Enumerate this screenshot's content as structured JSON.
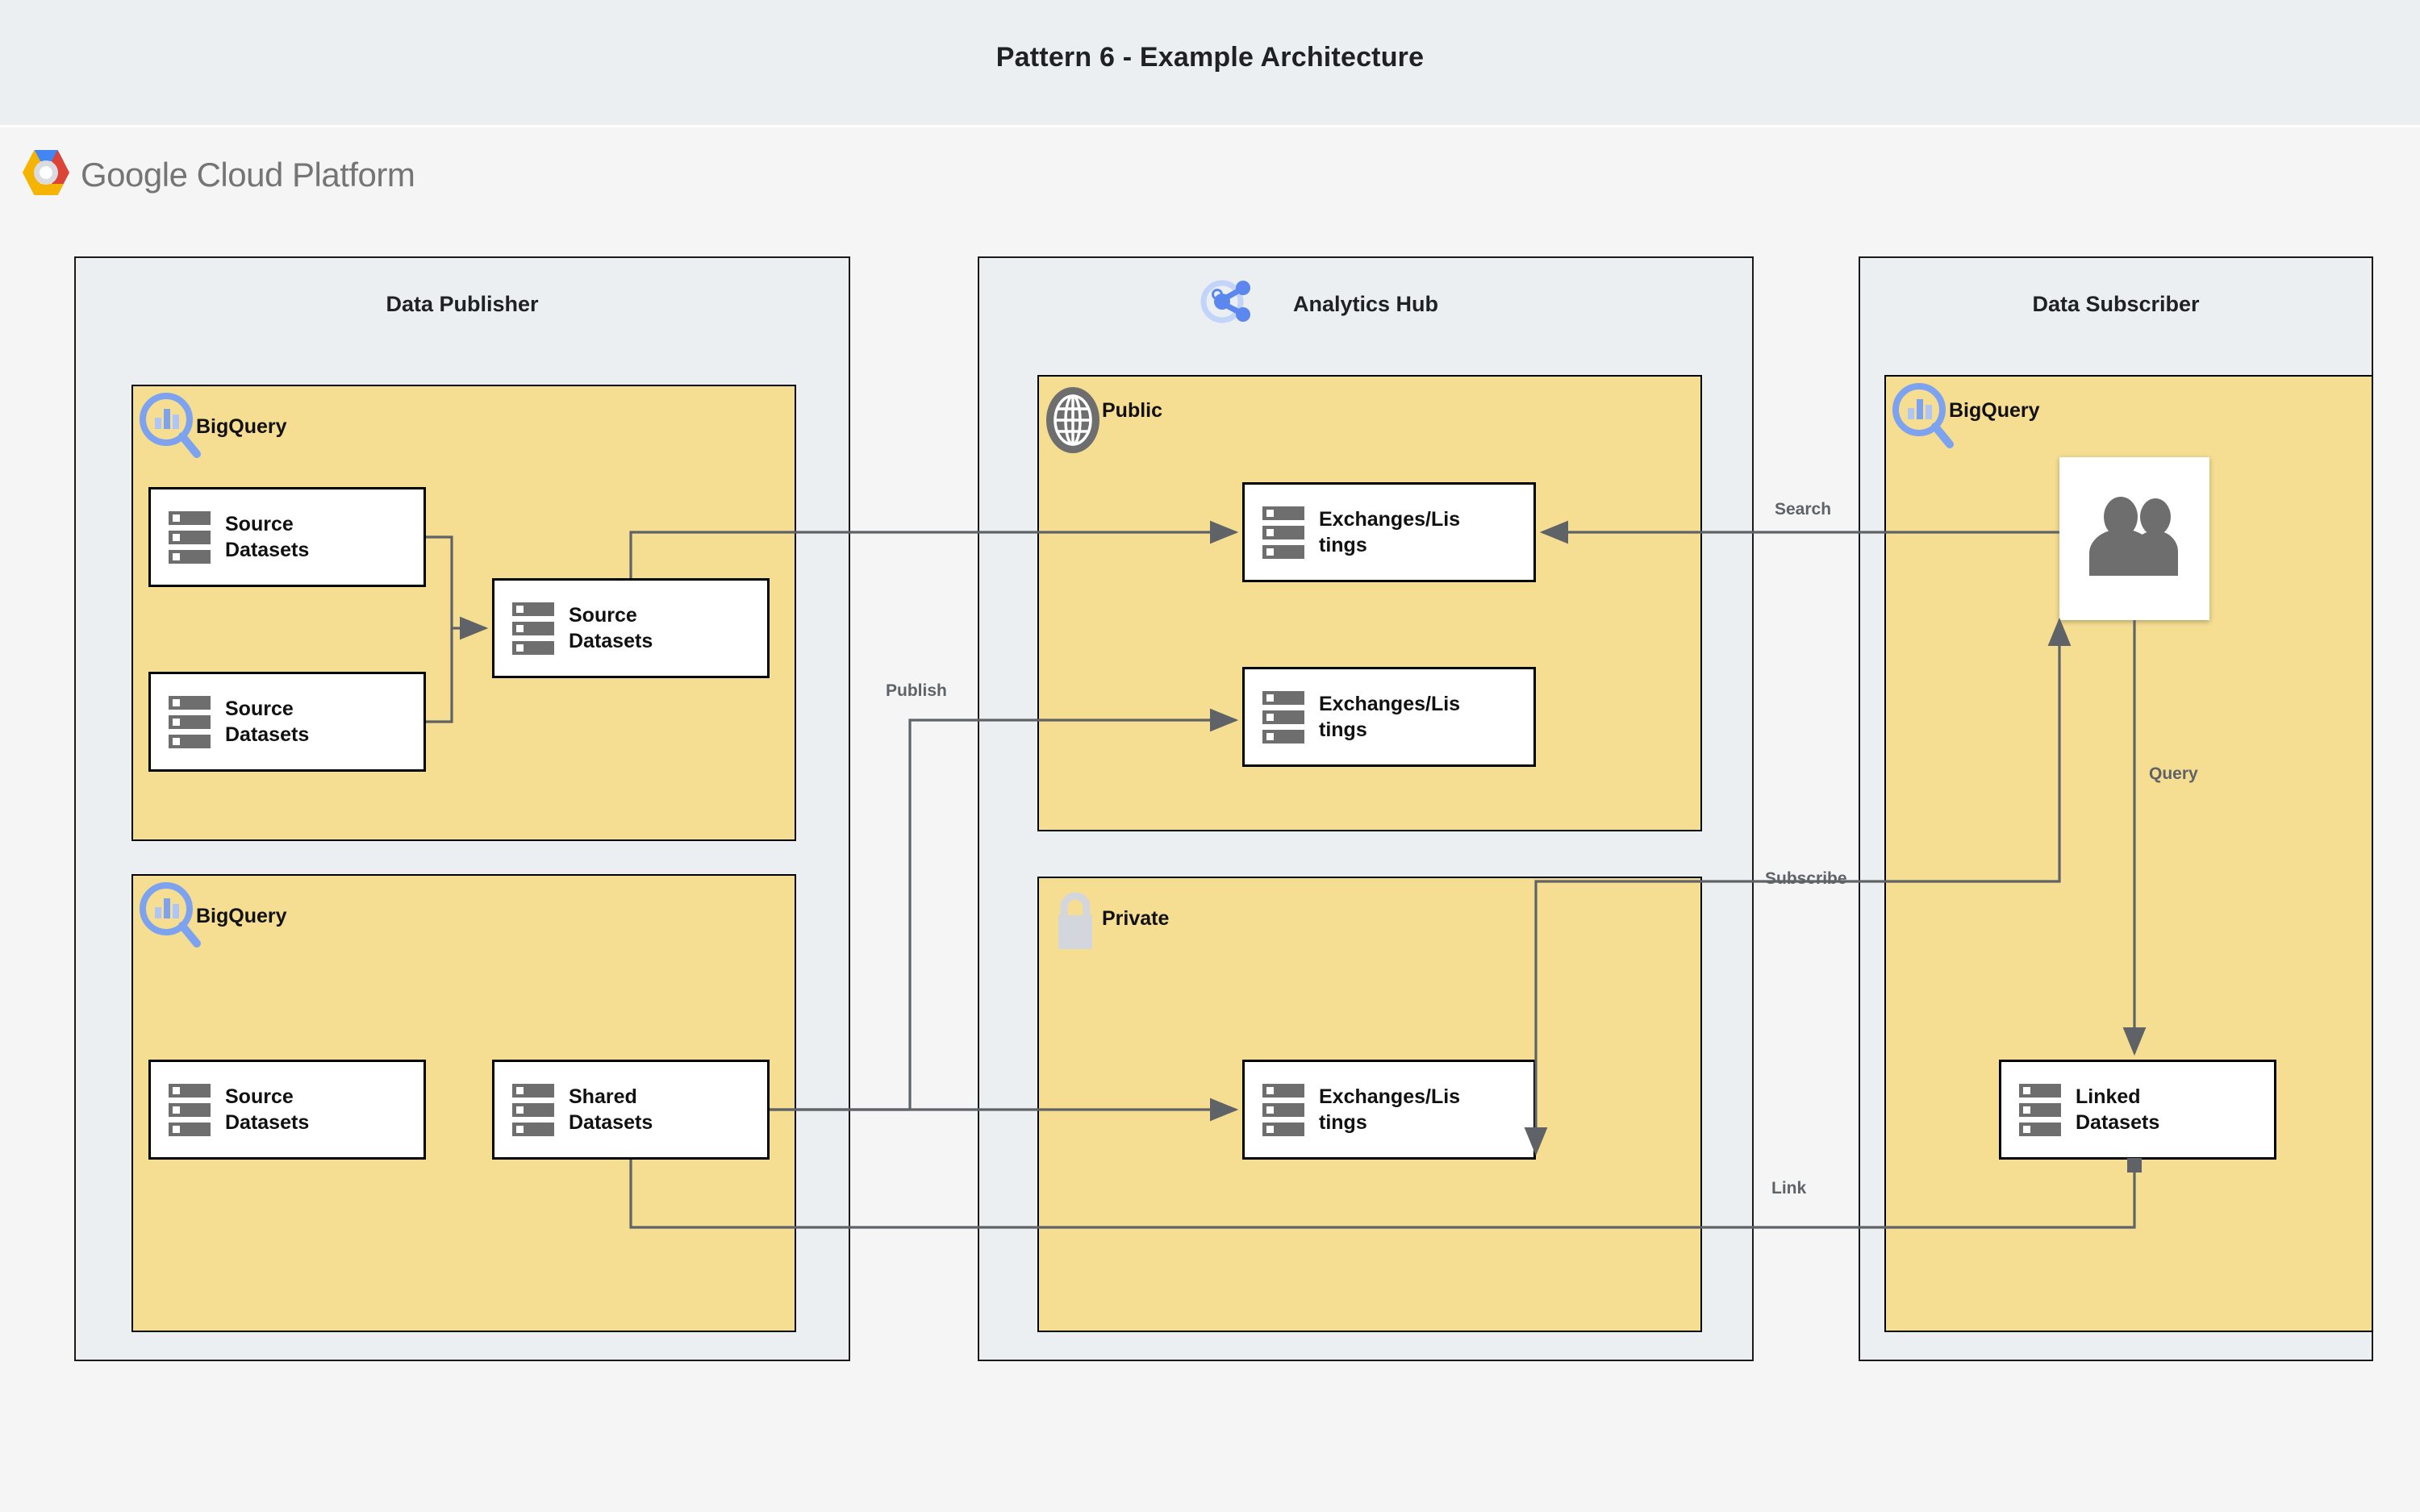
{
  "header": {
    "title": "Pattern 6 - Example Architecture",
    "platform_logo_text": "Google Cloud Platform",
    "platform_logo_icon": "gcp-hexagon-icon"
  },
  "colors": {
    "title_bar_bg": "#eceff1",
    "canvas_bg": "#f5f5f5",
    "zone_bg": "#eceff1",
    "panel_bg": "#f5dd91",
    "node_bg": "#ffffff",
    "stroke": "#000000",
    "edge_stroke": "#5f6368",
    "icon_blue": "#5b87ee",
    "icon_gray": "#6e6e6e",
    "lock_gray": "#d3d7dd",
    "label_gray": "#5f6368"
  },
  "zones": [
    {
      "id": "data-publisher",
      "title": "Data Publisher",
      "panels": [
        {
          "id": "publisher-bigquery-top",
          "label": "BigQuery",
          "icon": "bigquery-icon",
          "nodes": [
            {
              "id": "source-datasets-1",
              "lines": [
                "Source",
                "Datasets"
              ],
              "icon": "datasets-icon"
            },
            {
              "id": "source-datasets-2",
              "lines": [
                "Source",
                "Datasets"
              ],
              "icon": "datasets-icon"
            },
            {
              "id": "source-datasets-3",
              "lines": [
                "Source",
                "Datasets"
              ],
              "icon": "datasets-icon"
            }
          ]
        },
        {
          "id": "publisher-bigquery-bottom",
          "label": "BigQuery",
          "icon": "bigquery-icon",
          "nodes": [
            {
              "id": "source-datasets-4",
              "lines": [
                "Source",
                "Datasets"
              ],
              "icon": "datasets-icon"
            },
            {
              "id": "shared-datasets",
              "lines": [
                "Shared",
                "Datasets"
              ],
              "icon": "datasets-icon"
            }
          ]
        }
      ]
    },
    {
      "id": "analytics-hub",
      "title": "Analytics Hub",
      "icon": "share-network-icon",
      "panels": [
        {
          "id": "public-panel",
          "label": "Public",
          "icon": "globe-icon",
          "nodes": [
            {
              "id": "public-exchanges-1",
              "lines": [
                "Exchanges/Lis",
                "tings"
              ],
              "icon": "datasets-icon"
            },
            {
              "id": "public-exchanges-2",
              "lines": [
                "Exchanges/Lis",
                "tings"
              ],
              "icon": "datasets-icon"
            }
          ]
        },
        {
          "id": "private-panel",
          "label": "Private",
          "icon": "lock-icon",
          "nodes": [
            {
              "id": "private-exchanges-1",
              "lines": [
                "Exchanges/Lis",
                "tings"
              ],
              "icon": "datasets-icon"
            }
          ]
        }
      ]
    },
    {
      "id": "data-subscriber",
      "title": "Data Subscriber",
      "panels": [
        {
          "id": "subscriber-bigquery",
          "label": "BigQuery",
          "icon": "bigquery-icon",
          "nodes": [
            {
              "id": "users-card",
              "lines": [],
              "icon": "users-icon"
            },
            {
              "id": "linked-datasets",
              "lines": [
                "Linked",
                "Datasets"
              ],
              "icon": "datasets-icon"
            }
          ]
        }
      ]
    }
  ],
  "edges": [
    {
      "id": "edge-publish",
      "label": "Publish"
    },
    {
      "id": "edge-search",
      "label": "Search"
    },
    {
      "id": "edge-subscribe",
      "label": "Subscribe"
    },
    {
      "id": "edge-query",
      "label": "Query"
    },
    {
      "id": "edge-link",
      "label": "Link"
    }
  ]
}
